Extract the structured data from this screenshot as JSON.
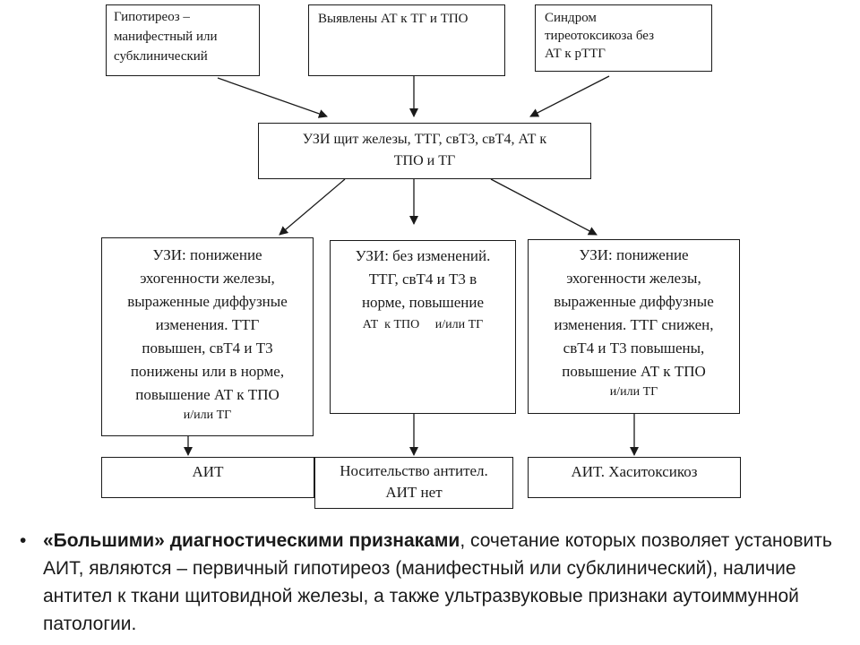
{
  "top_boxes": {
    "hypothyroid": [
      "Гипотиреоз –",
      "манифестный или",
      "субклинический"
    ],
    "antibodies": [
      "Выявлены АТ  к ТГ и ТПО"
    ],
    "thyrotoxicosis": [
      "Синдром",
      "тиреотоксикоза без",
      "АТ к рТТГ"
    ]
  },
  "center_box": [
    "УЗИ щит железы, ТТГ, свТ3, свТ4, АТ  к",
    "ТПО  и ТГ"
  ],
  "middle_boxes": {
    "left": [
      "УЗИ: понижение",
      "эхогенности железы,",
      "выраженные диффузные",
      "изменения. ТТГ",
      "повышен, свТ4 и Т3",
      "понижены или в норме,",
      "повышение АТ к ТПО",
      "и/или ТГ"
    ],
    "center": [
      "УЗИ: без изменений.",
      "ТТГ, свТ4 и Т3 в",
      "норме, повышение",
      "АТ  к ТПО     и/или ТГ"
    ],
    "right": [
      "УЗИ: понижение",
      "эхогенности железы,",
      "выраженные диффузные",
      "изменения. ТТГ снижен,",
      "свТ4 и Т3 повышены,",
      "повышение АТ к ТПО",
      "и/или ТГ"
    ]
  },
  "result_boxes": {
    "left": [
      "АИТ"
    ],
    "center": [
      "Носительство антител.",
      "АИТ нет"
    ],
    "right": [
      "АИТ. Хаситоксикоз"
    ]
  },
  "bullet": {
    "marker": "•",
    "bold": "«Большими» диагностическими признаками",
    "rest": ", сочетание которых позволяет установить АИТ, являются – первичный гипотиреоз (манифестный или субклинический), наличие антител к ткани щитовидной железы, а также ультразвуковые признаки аутоиммунной патологии."
  }
}
